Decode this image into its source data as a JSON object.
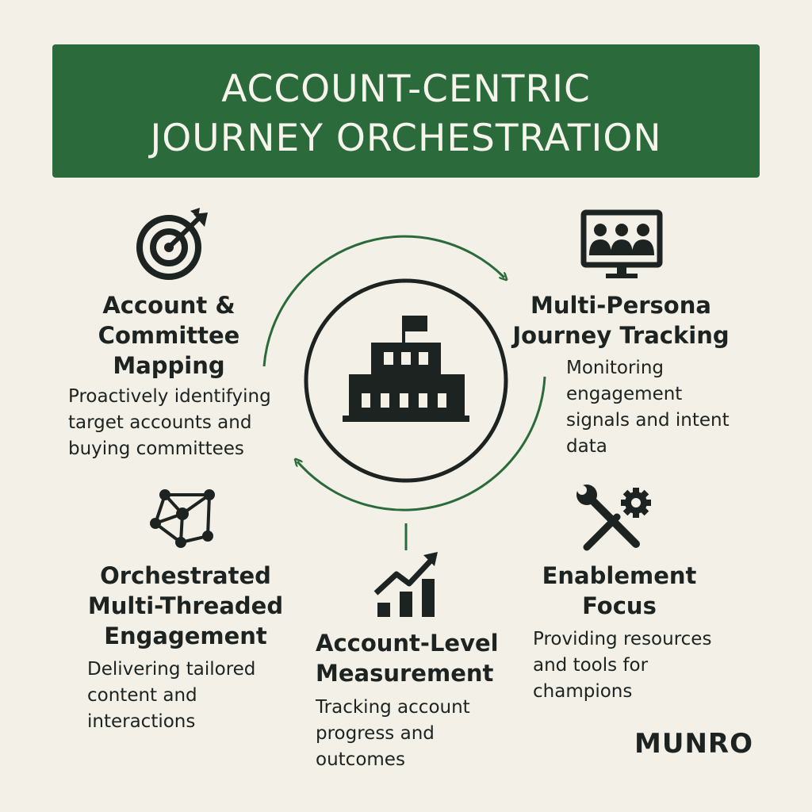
{
  "header": {
    "title": "ACCOUNT-CENTRIC\nJOURNEY ORCHESTRATION"
  },
  "colors": {
    "banner": "#2b6a3a",
    "banner_text": "#f7f4ec",
    "background": "#f3f0e7",
    "ink": "#1c2320",
    "cycle_arrow": "#2b6a3a"
  },
  "center": {
    "icon": "building-icon"
  },
  "stages": {
    "mapping": {
      "icon": "target-icon",
      "title": "Account &\nCommittee\nMapping",
      "description": "Proactively identifying\ntarget accounts and\nbuying committees"
    },
    "tracking": {
      "icon": "monitor-people-icon",
      "title": "Multi-Persona\nJourney Tracking",
      "description": "Monitoring\nengagement\nsignals and intent\ndata"
    },
    "engagement": {
      "icon": "network-icon",
      "title": "Orchestrated\nMulti-Threaded\nEngagement",
      "description": "Delivering tailored\ncontent and\ninteractions"
    },
    "measurement": {
      "icon": "growth-chart-icon",
      "title": "Account-Level\nMeasurement",
      "description": "Tracking account\nprogress and\noutcomes"
    },
    "enablement": {
      "icon": "tools-gear-icon",
      "title": "Enablement\nFocus",
      "description": "Providing resources\nand tools for\nchampions"
    }
  },
  "brand": {
    "name": "MUNRO"
  }
}
